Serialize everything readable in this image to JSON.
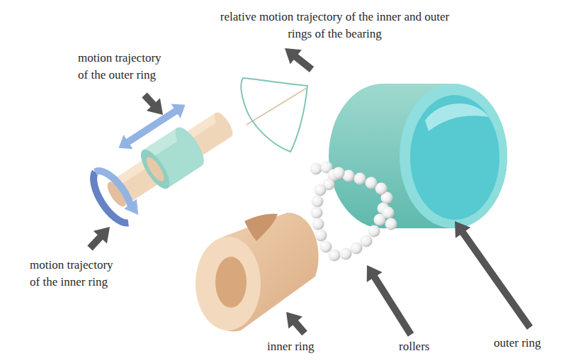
{
  "diagram": {
    "labels": [
      "relative motion trajectory of the inner and outer rings of the bearing",
      "motion trajectory of the outer ring",
      "motion trajectory of the inner ring",
      "inner ring",
      "rollers",
      "outer ring"
    ]
  }
}
